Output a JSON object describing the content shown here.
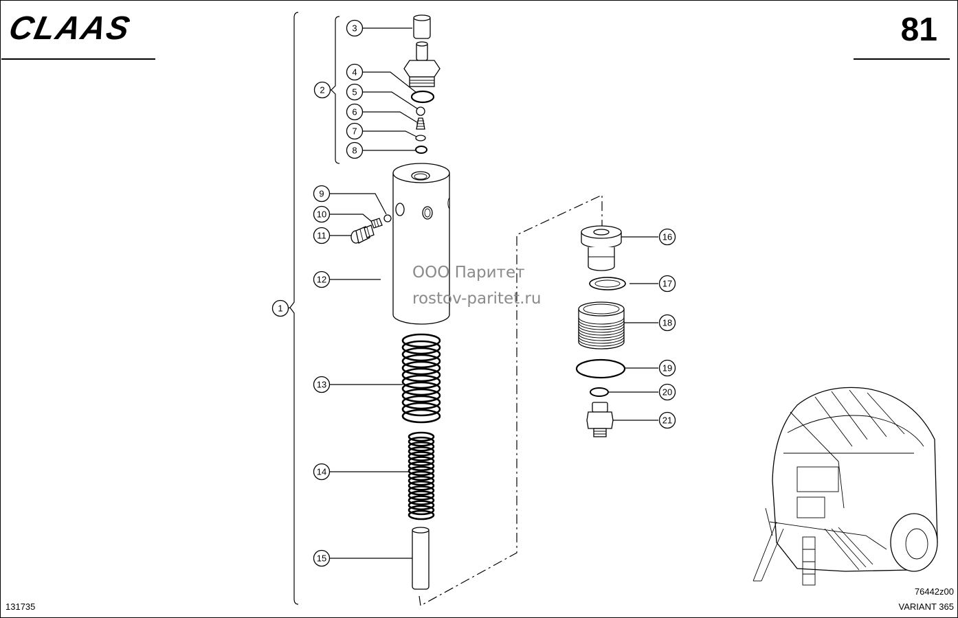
{
  "header": {
    "brand": "CLAAS",
    "page_number": "81"
  },
  "watermark": {
    "line1": "ООО Паритет",
    "line2": "rostov-paritet.ru"
  },
  "footer": {
    "document_number": "131735",
    "drawing_number": "76442z00",
    "model": "VARIANT 365"
  },
  "callouts": [
    {
      "id": "c1",
      "label": "1"
    },
    {
      "id": "c2",
      "label": "2"
    },
    {
      "id": "c3",
      "label": "3"
    },
    {
      "id": "c4",
      "label": "4"
    },
    {
      "id": "c5",
      "label": "5"
    },
    {
      "id": "c6",
      "label": "6"
    },
    {
      "id": "c7",
      "label": "7"
    },
    {
      "id": "c8",
      "label": "8"
    },
    {
      "id": "c9",
      "label": "9"
    },
    {
      "id": "c10",
      "label": "10"
    },
    {
      "id": "c11",
      "label": "11"
    },
    {
      "id": "c12",
      "label": "12"
    },
    {
      "id": "c13",
      "label": "13"
    },
    {
      "id": "c14",
      "label": "14"
    },
    {
      "id": "c15",
      "label": "15"
    },
    {
      "id": "c16",
      "label": "16"
    },
    {
      "id": "c17",
      "label": "17"
    },
    {
      "id": "c18",
      "label": "18"
    },
    {
      "id": "c19",
      "label": "19"
    },
    {
      "id": "c20",
      "label": "20"
    },
    {
      "id": "c21",
      "label": "21"
    }
  ]
}
